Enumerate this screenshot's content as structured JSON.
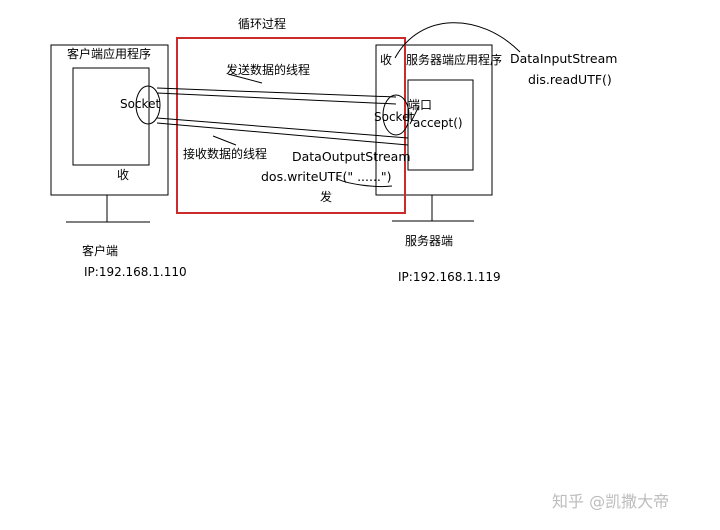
{
  "title": "循环过程",
  "client": {
    "app_label": "客户端应用程序",
    "socket_label": "Socket",
    "recv_label": "收",
    "name_label": "客户端",
    "ip_label": "IP:192.168.1.110"
  },
  "server": {
    "recv_label": "收",
    "app_label": "服务器端应用程序",
    "port_label": "端口",
    "socket_label": "Socket",
    "accept_label": "accept()",
    "send_label": "发",
    "name_label": "服务器端",
    "ip_label": "IP:192.168.1.119"
  },
  "threads": {
    "send_thread_label": "发送数据的线程",
    "recv_thread_label": "接收数据的线程"
  },
  "streams": {
    "input_stream_label": "DataInputStream",
    "input_method_label": "dis.readUTF()",
    "output_stream_label": "DataOutputStream",
    "output_method_label": "dos.writeUTF(\"  ......\")"
  },
  "watermark": "知乎 @凯撒大帝",
  "colors": {
    "loop_box": "#cc2b2b",
    "lines": "#000000",
    "watermark": "#bdbdbd"
  }
}
